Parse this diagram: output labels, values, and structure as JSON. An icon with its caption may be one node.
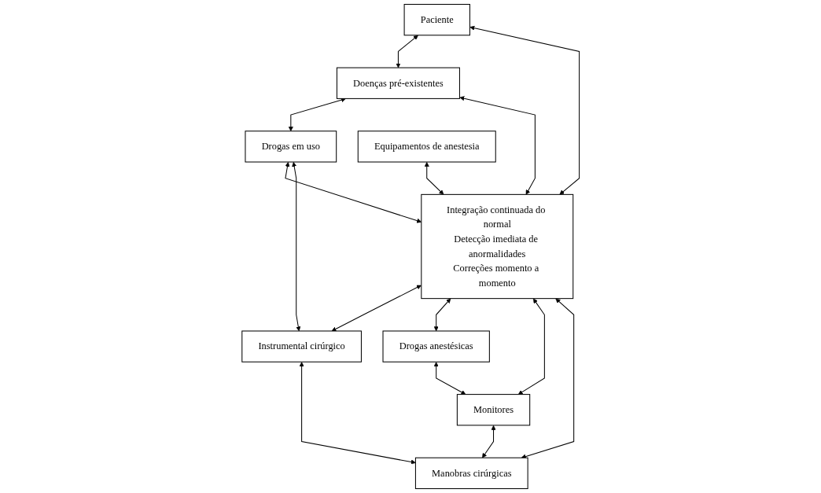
{
  "diagram": {
    "nodes": [
      {
        "text": [
          "Paciente"
        ]
      },
      {
        "text": [
          "Doenças pré-existentes"
        ]
      },
      {
        "text": [
          "Drogas em uso"
        ]
      },
      {
        "text": [
          "Equipamentos de anestesia"
        ]
      },
      {
        "text": [
          "Integração continuada do normal",
          "Detecção imediata de anormalidades",
          "Correções momento a momento"
        ]
      },
      {
        "text": [
          "Instrumental cirúrgico"
        ]
      },
      {
        "text": [
          "Drogas anestésicas"
        ]
      },
      {
        "text": [
          "Monitores"
        ]
      },
      {
        "text": [
          "Manobras cirúrgicas"
        ]
      }
    ],
    "edges": [
      {
        "from": 0,
        "to": 1,
        "arrow": "both"
      },
      {
        "from": 1,
        "to": 2,
        "arrow": "both"
      },
      {
        "from": 0,
        "to": 4,
        "arrow": "both"
      },
      {
        "from": 1,
        "to": 4,
        "arrow": "both"
      },
      {
        "from": 2,
        "to": 4,
        "arrow": "both"
      },
      {
        "from": 2,
        "to": 5,
        "arrow": "both"
      },
      {
        "from": 3,
        "to": 4,
        "arrow": "both"
      },
      {
        "from": 4,
        "to": 5,
        "arrow": "both"
      },
      {
        "from": 4,
        "to": 6,
        "arrow": "both"
      },
      {
        "from": 4,
        "to": 7,
        "arrow": "both"
      },
      {
        "from": 4,
        "to": 8,
        "arrow": "both"
      },
      {
        "from": 5,
        "to": 8,
        "arrow": "both"
      },
      {
        "from": 6,
        "to": 7,
        "arrow": "both"
      },
      {
        "from": 7,
        "to": 8,
        "arrow": "both"
      }
    ]
  }
}
